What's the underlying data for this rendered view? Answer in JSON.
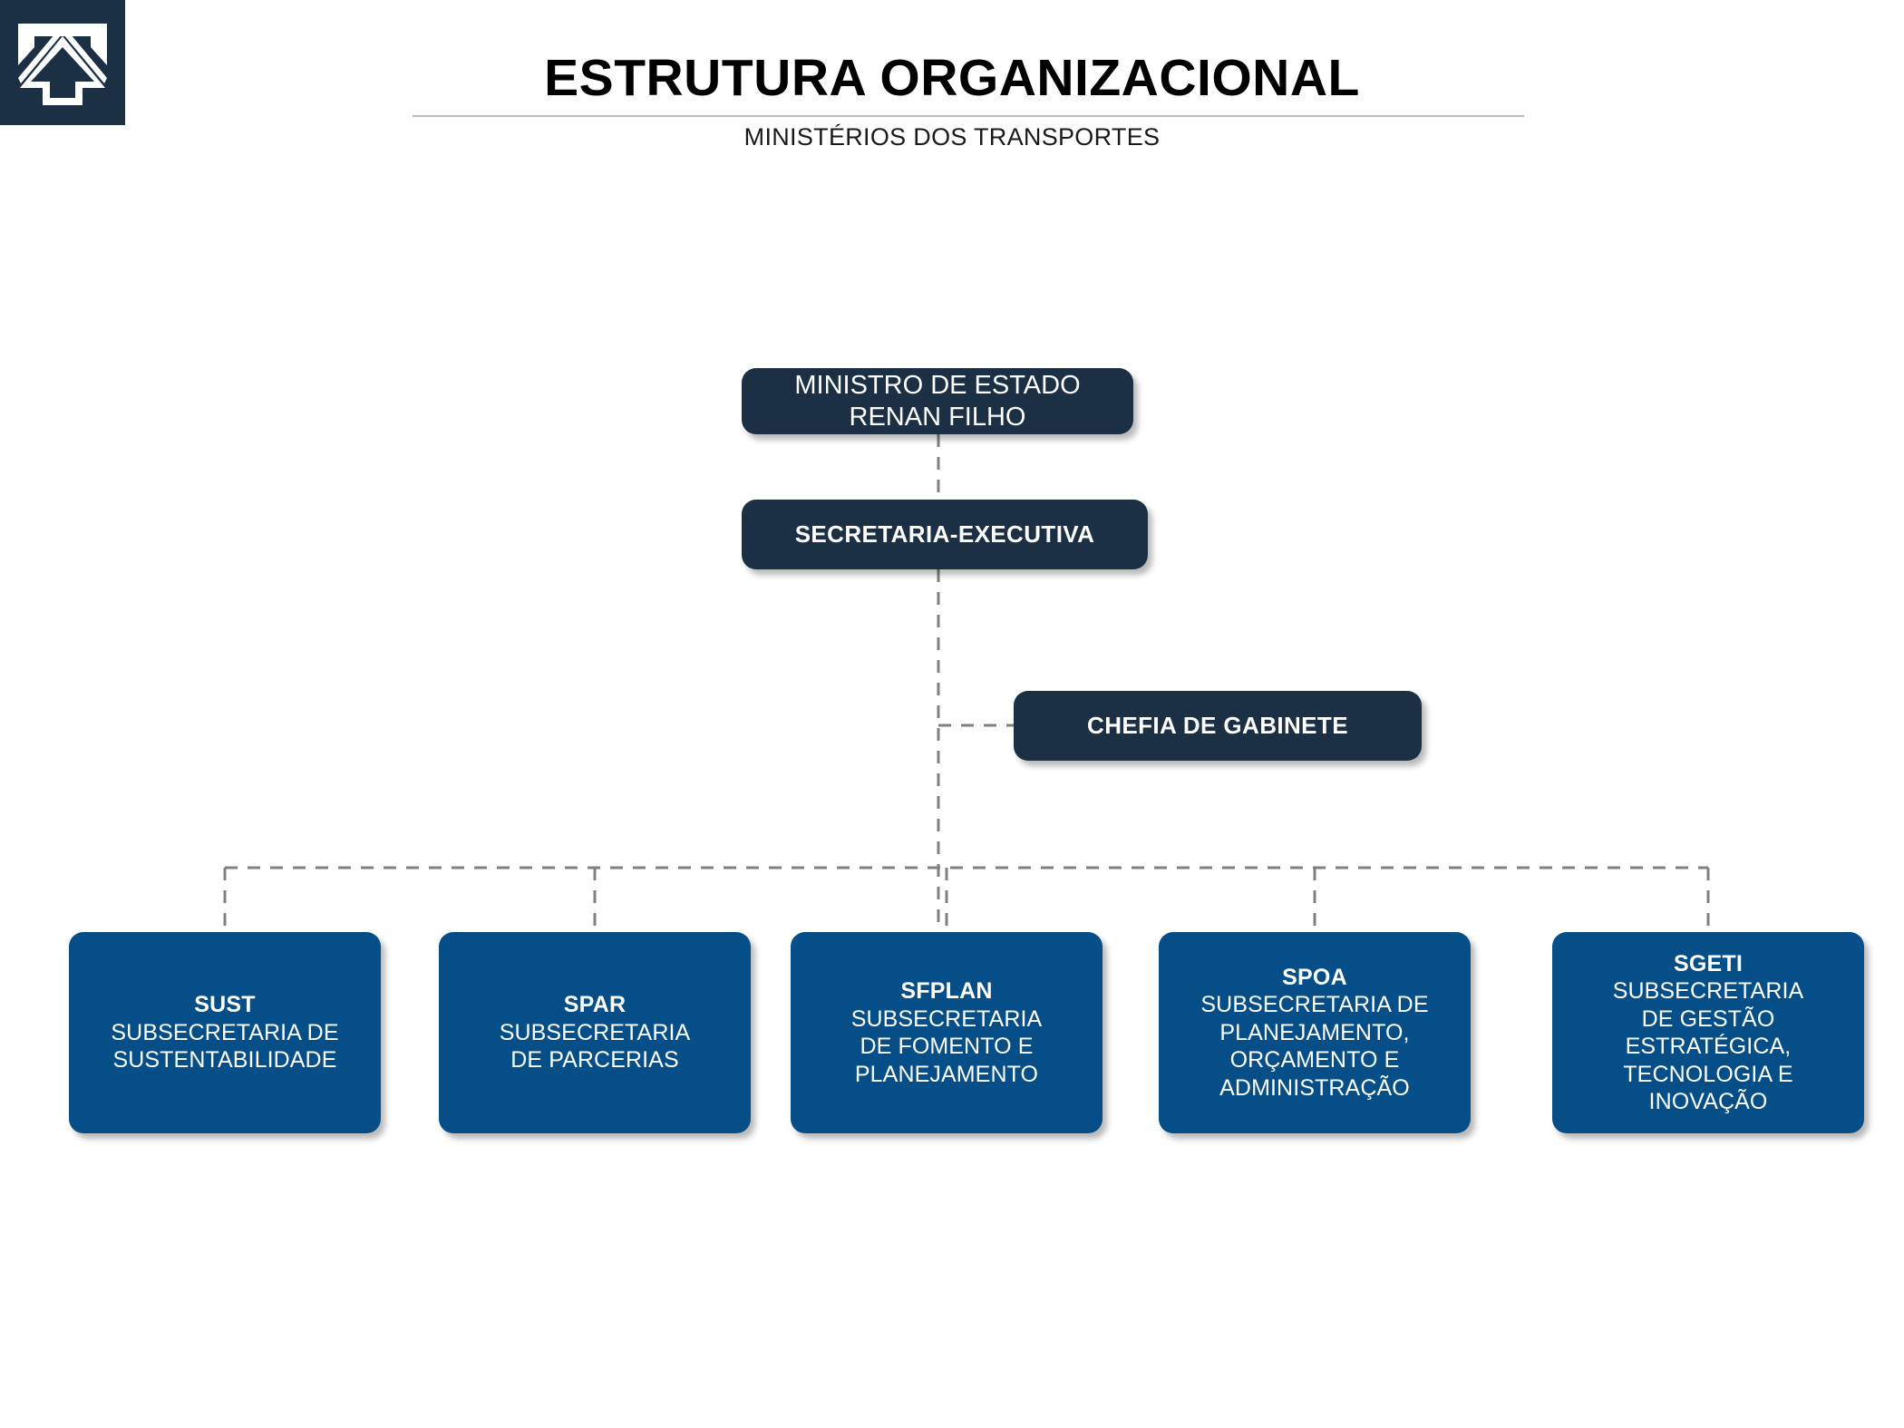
{
  "header": {
    "title": "ESTRUTURA ORGANIZACIONAL",
    "subtitle": "MINISTÉRIOS DOS TRANSPORTES",
    "logo_icon": "ministry-arrow-logo-icon"
  },
  "colors": {
    "dark_navy": "#1b2f45",
    "brand_blue": "#064e87",
    "connector_gray": "#808080",
    "rule_gray": "#bdbdbd",
    "background": "#ffffff"
  },
  "chart_data": {
    "type": "diagram",
    "title": "ESTRUTURA ORGANIZACIONAL",
    "subtitle": "MINISTÉRIOS DOS TRANSPORTES",
    "nodes": [
      {
        "id": "minister",
        "level": 1,
        "acronym": "",
        "title": "MINISTRO DE ESTADO",
        "person": "RENAN FILHO",
        "style": "dark"
      },
      {
        "id": "secretaria",
        "level": 2,
        "acronym": "",
        "title": "SECRETARIA-EXECUTIVA",
        "person": "",
        "style": "dark"
      },
      {
        "id": "chefia",
        "level": 3,
        "acronym": "",
        "title": "CHEFIA DE GABINETE",
        "person": "",
        "style": "dark"
      },
      {
        "id": "sust",
        "level": 4,
        "acronym": "SUST",
        "desc": "SUBSECRETARIA DE\nSUSTENTABILIDADE",
        "style": "blue"
      },
      {
        "id": "spar",
        "level": 4,
        "acronym": "SPAR",
        "desc": "SUBSECRETARIA\nDE PARCERIAS",
        "style": "blue"
      },
      {
        "id": "sfplan",
        "level": 4,
        "acronym": "SFPLAN",
        "desc": "SUBSECRETARIA\nDE FOMENTO E\nPLANEJAMENTO",
        "style": "blue"
      },
      {
        "id": "spoa",
        "level": 4,
        "acronym": "SPOA",
        "desc": "SUBSECRETARIA DE\nPLANEJAMENTO,\nORÇAMENTO E\nADMINISTRAÇÃO",
        "style": "blue"
      },
      {
        "id": "sgeti",
        "level": 4,
        "acronym": "SGETI",
        "desc": "SUBSECRETARIA\nDE GESTÃO\nESTRATÉGICA,\nTECNOLOGIA E\nINOVAÇÃO",
        "style": "blue"
      }
    ],
    "edges": [
      {
        "from": "minister",
        "to": "secretaria"
      },
      {
        "from": "secretaria",
        "to": "chefia"
      },
      {
        "from": "secretaria",
        "to": "sust"
      },
      {
        "from": "secretaria",
        "to": "spar"
      },
      {
        "from": "secretaria",
        "to": "sfplan"
      },
      {
        "from": "secretaria",
        "to": "spoa"
      },
      {
        "from": "secretaria",
        "to": "sgeti"
      }
    ],
    "edge_style": "dashed"
  },
  "nodes": {
    "minister": {
      "title": "MINISTRO DE ESTADO",
      "person": "RENAN FILHO"
    },
    "secretaria": {
      "title": "SECRETARIA-EXECUTIVA"
    },
    "chefia": {
      "title": "CHEFIA DE GABINETE"
    },
    "sust": {
      "acronym": "SUST",
      "desc": "SUBSECRETARIA DE\nSUSTENTABILIDADE"
    },
    "spar": {
      "acronym": "SPAR",
      "desc": "SUBSECRETARIA\nDE PARCERIAS"
    },
    "sfplan": {
      "acronym": "SFPLAN",
      "desc": "SUBSECRETARIA\nDE FOMENTO E\nPLANEJAMENTO"
    },
    "spoa": {
      "acronym": "SPOA",
      "desc": "SUBSECRETARIA DE\nPLANEJAMENTO,\nORÇAMENTO E\nADMINISTRAÇÃO"
    },
    "sgeti": {
      "acronym": "SGETI",
      "desc": "SUBSECRETARIA\nDE GESTÃO\nESTRATÉGICA,\nTECNOLOGIA E\nINOVAÇÃO"
    }
  }
}
